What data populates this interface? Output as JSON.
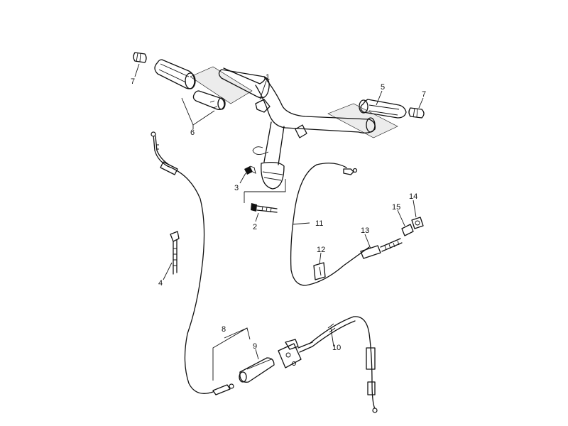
{
  "diagram": {
    "part_labels": {
      "p1": "1",
      "p2": "2",
      "p3": "3",
      "p4": "4",
      "p5": "5",
      "p6": "6",
      "p7a": "7",
      "p7b": "7",
      "p8": "8",
      "p9": "9",
      "p10": "10",
      "p11": "11",
      "p12": "12",
      "p13": "13",
      "p14": "14",
      "p15": "15"
    }
  },
  "colors": {
    "line": "#111111",
    "background": "#ffffff",
    "shade": "#ececec"
  }
}
